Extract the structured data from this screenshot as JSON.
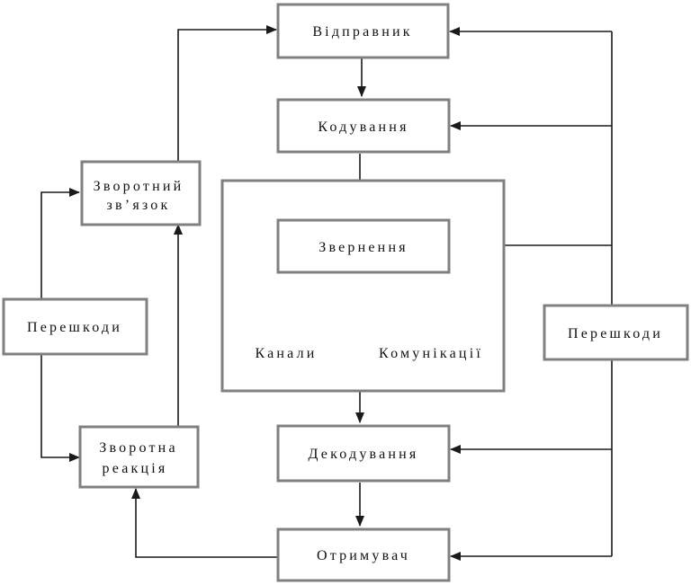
{
  "diagram": {
    "nodes": {
      "sender": {
        "label": "Відправник"
      },
      "encoding": {
        "label": "Кодування"
      },
      "message": {
        "label": "Звернення"
      },
      "channel": {
        "label_left": "Канали",
        "label_right": "Комунікації"
      },
      "decoding": {
        "label": "Декодування"
      },
      "receiver": {
        "label": "Отримувач"
      },
      "feedback": {
        "line1": "Зворотний",
        "line2": "зв’язок"
      },
      "response": {
        "line1": "Зворотна",
        "line2": "реакція"
      },
      "noise_left": {
        "label": "Перешкоди"
      },
      "noise_right": {
        "label": "Перешкоди"
      }
    }
  }
}
